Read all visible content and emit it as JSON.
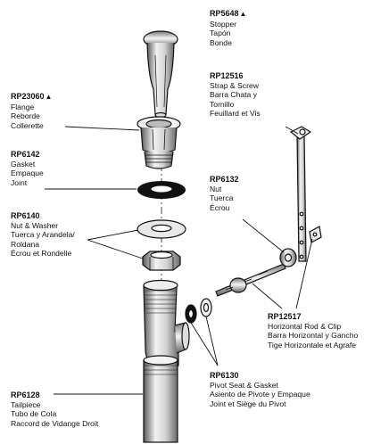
{
  "callouts": {
    "stopper": {
      "part_no": "RP5648",
      "mark": "▲",
      "lines": [
        "Stopper",
        "Tapón",
        "Bonde"
      ]
    },
    "flange": {
      "part_no": "RP23060",
      "mark": "▲",
      "lines": [
        "Flange",
        "Reborde",
        "Collerette"
      ]
    },
    "gasket": {
      "part_no": "RP6142",
      "mark": "",
      "lines": [
        "Gasket",
        "Empaque",
        "Joint"
      ]
    },
    "nut_washer": {
      "part_no": "RP6140",
      "mark": "",
      "lines": [
        "Nut & Washer",
        "Tuerca y Arandela/",
        "Roldana",
        "Écrou et Rondelle"
      ]
    },
    "tailpiece": {
      "part_no": "RP6128",
      "mark": "",
      "lines": [
        "Tailpiece",
        "Tubo de Cola",
        "Raccord de Vidange Droit"
      ]
    },
    "strap": {
      "part_no": "RP12516",
      "mark": "",
      "lines": [
        "Strap & Screw",
        "Barra Chata y",
        "Tornillo",
        "Feuillard et Vis"
      ]
    },
    "nut": {
      "part_no": "RP6132",
      "mark": "",
      "lines": [
        "Nut",
        "Tuerca",
        "Écrou"
      ]
    },
    "rod_clip": {
      "part_no": "RP12517",
      "mark": "",
      "lines": [
        "Horizontal Rod & Clip",
        "Barra Horizontal y Gancho",
        "Tige Horizontale et Agrafe"
      ]
    },
    "pivot": {
      "part_no": "RP6130",
      "mark": "",
      "lines": [
        "Pivot Seat & Gasket",
        "Asiento de Pivote y Empaque",
        "Joint et Siège du Pivot"
      ]
    }
  }
}
